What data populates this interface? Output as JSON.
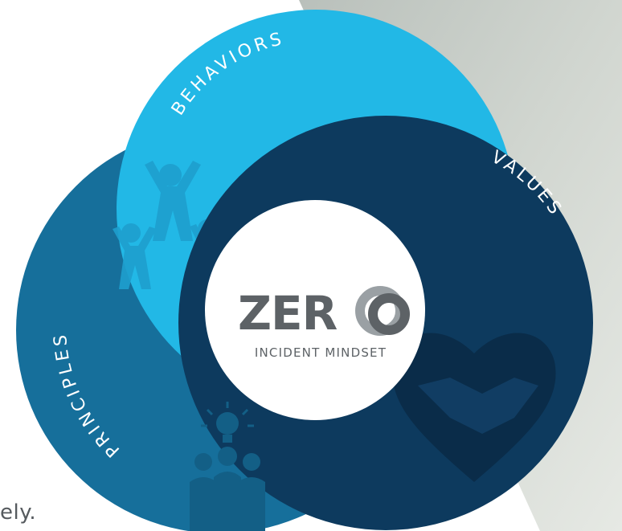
{
  "diagram": {
    "labels": {
      "behaviors": "BEHAVIORS",
      "values": "VALUES",
      "principles": "PRINCIPLES"
    },
    "center": {
      "title": "ZER",
      "subtitle": "INCIDENT MINDSET"
    },
    "colors": {
      "behaviors": "#22b8e6",
      "values": "#0d3a5e",
      "principles": "#166f9b",
      "center": "#ffffff",
      "logo_text": "#5d6266"
    }
  },
  "footer_fragment": "ely."
}
